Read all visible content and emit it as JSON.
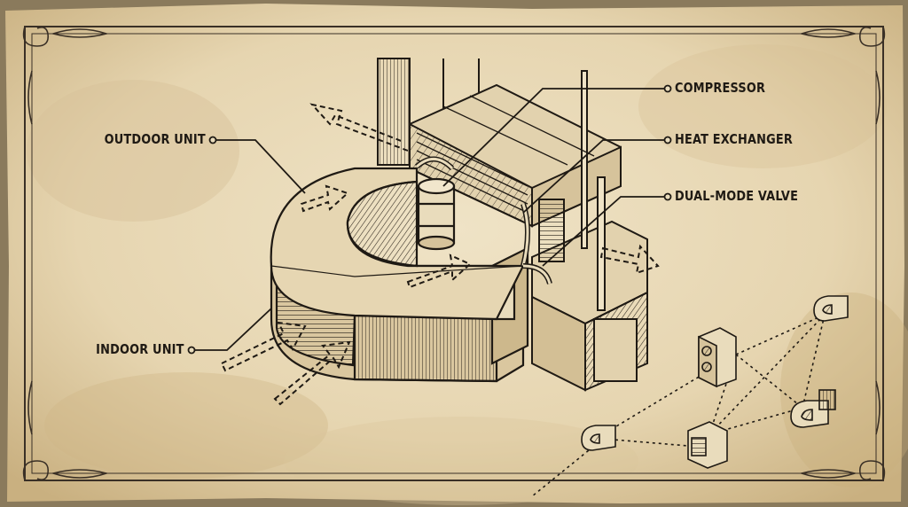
{
  "labels": {
    "outdoor_unit": "OUTDOOR UNIT",
    "indoor_unit": "INDOOR UNIT",
    "compressor": "COMPRESSOR",
    "heat_exchanger": "HEAT EXCHANGER",
    "dual_mode_valve": "DUAL-MODE VALVE"
  },
  "colors": {
    "paper": "#e9dcbc",
    "paper_stain": "#d4bf92",
    "ink": "#1f1a14",
    "border": "#3a3026"
  },
  "icons": [
    "ornate-border",
    "airflow-arrow-icon",
    "network-node-icon"
  ]
}
